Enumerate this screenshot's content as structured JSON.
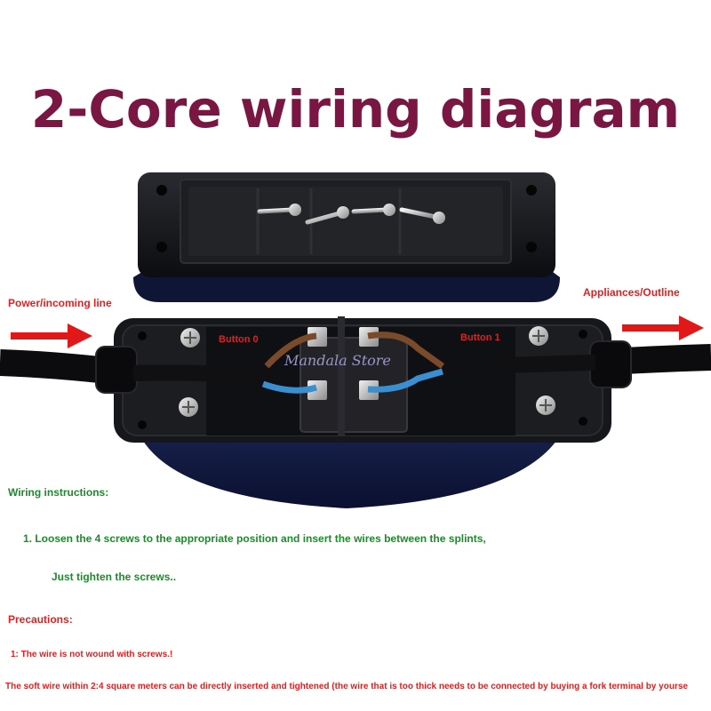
{
  "title": "2-Core wiring diagram",
  "labels": {
    "incoming": "Power/incoming line",
    "outgoing": "Appliances/Outline",
    "button0": "Button 0",
    "button1": "Button 1",
    "watermark": "Mandala Store"
  },
  "instructions": {
    "heading": "Wiring instructions:",
    "step1": "1. Loosen the 4 screws to the appropriate position and insert the wires between the splints,",
    "step1b": "Just tighten the screws..",
    "precautions_heading": "Precautions:",
    "precaution1": "1: The wire is not wound with screws.!",
    "precaution2": "The soft wire within 2:4 square meters can be directly inserted and tightened (the wire that is too thick needs to be connected by buying a fork terminal by yourse"
  },
  "colors": {
    "title": "#7a1642",
    "arrow": "#e01818",
    "green_text": "#1f8a2c",
    "red_text": "#e02020",
    "housing": "#141518",
    "brown_wire": "#7a4a2a",
    "blue_wire": "#3a8fd0"
  }
}
